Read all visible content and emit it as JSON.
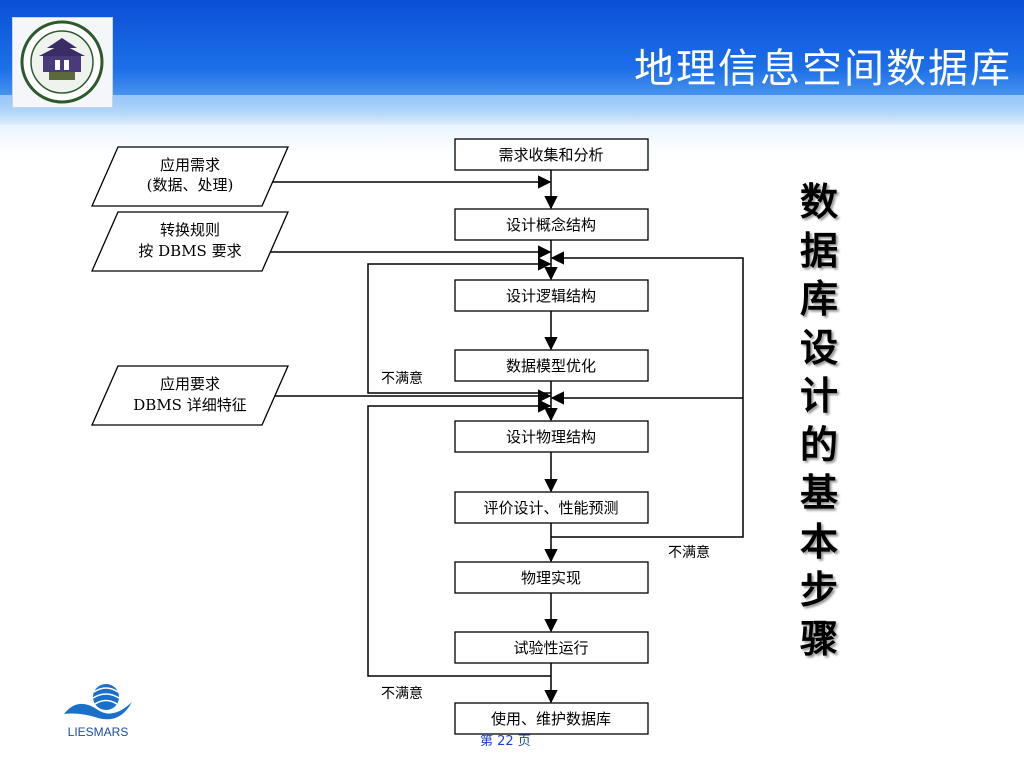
{
  "header": {
    "title": "地理信息空间数据库"
  },
  "side_title": {
    "chars": [
      "数",
      "据",
      "库",
      "设",
      "计",
      "的",
      "基",
      "本",
      "步",
      "骤"
    ]
  },
  "flow": {
    "steps": [
      "需求收集和分析",
      "设计概念结构",
      "设计逻辑结构",
      "数据模型优化",
      "设计物理结构",
      "评价设计、性能预测",
      "物理实现",
      "试验性运行",
      "使用、维护数据库"
    ],
    "inputs": [
      {
        "line1": "应用需求",
        "line2": "(数据、处理)"
      },
      {
        "line1": "转换规则",
        "line2": "按 DBMS 要求"
      },
      {
        "line1": "应用要求",
        "line2": "DBMS 详细特征"
      }
    ],
    "unsatisfied_labels": [
      "不满意",
      "不满意",
      "不满意"
    ]
  },
  "footer": {
    "brand": "LIESMARS",
    "page": "第 22 页"
  }
}
